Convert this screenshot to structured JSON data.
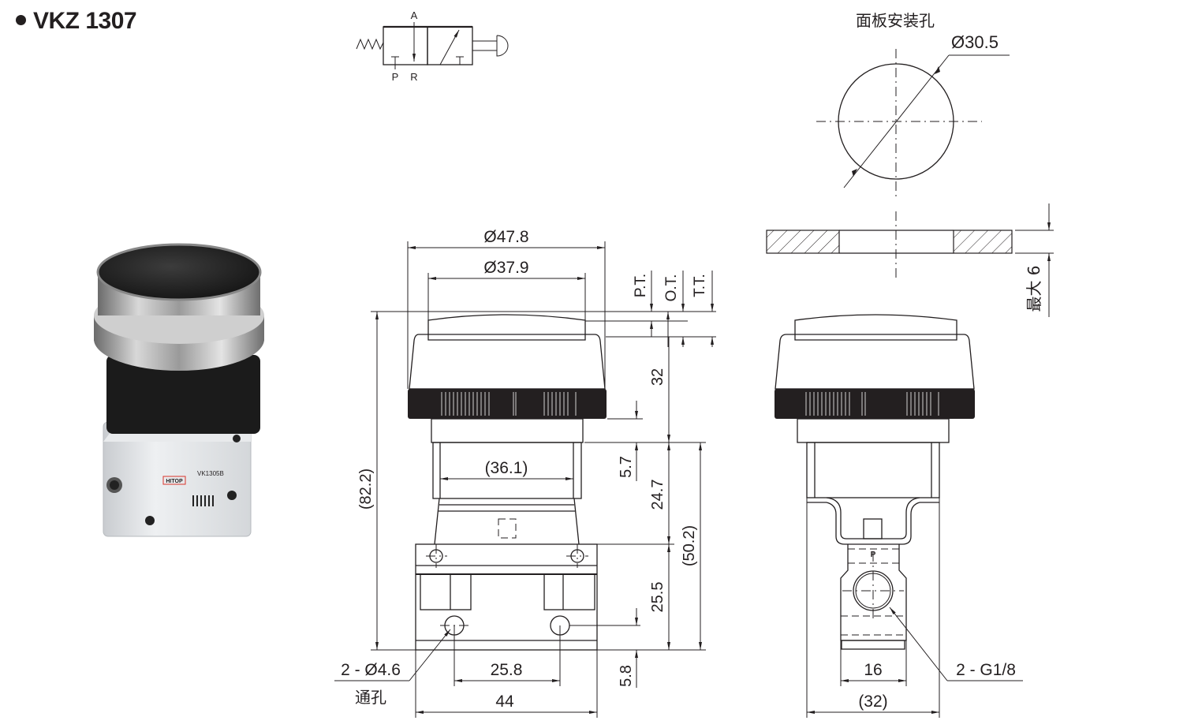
{
  "title": {
    "model": "VKZ 1307"
  },
  "valve_symbol": {
    "port_top": "A",
    "port_bottom_left": "P",
    "port_bottom_right": "R"
  },
  "panel_hole": {
    "heading": "面板安装孔",
    "diameter": "Ø30.5",
    "max_thickness": "最大 6"
  },
  "front_view": {
    "outer_diameter": "Ø47.8",
    "button_diameter": "Ø37.9",
    "pretravel": "P.T.",
    "overtravel": "O.T.",
    "total_travel": "T.T.",
    "height_head": "32",
    "height_collar": "5.7",
    "height_mid": "24.7",
    "height_body": "25.5",
    "height_lower": "(50.2)",
    "height_total": "(82.2)",
    "base_offset": "5.8",
    "mount_width": "(36.1)",
    "hole_spacing": "25.8",
    "body_width": "44",
    "mount_holes": "2 - Ø4.6",
    "mount_holes_note": "通孔"
  },
  "side_view": {
    "port_spacing": "16",
    "body_depth": "(32)",
    "port_thread": "2 - G1/8",
    "port_label": "P"
  },
  "product_photo": {
    "brand": "HITOP",
    "model_label": "VK1305B"
  },
  "colors": {
    "ink": "#231f20",
    "background": "#ffffff",
    "brand_red": "#d9342b"
  }
}
